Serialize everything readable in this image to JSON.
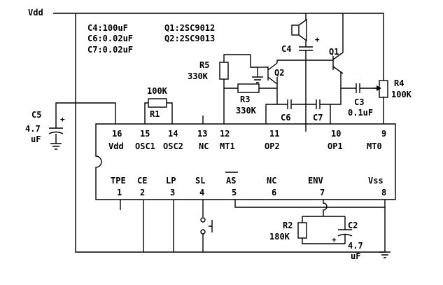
{
  "supply": {
    "vdd": "Vdd"
  },
  "values": {
    "c4": "C4:100uF",
    "c6": "C6:0.02uF",
    "c7": "C7:0.02uF",
    "q1": "Q1:2SC9012",
    "q2": "Q2:2SC9013"
  },
  "components": {
    "c5": {
      "name": "C5",
      "value1": "4.7",
      "value2": "uF",
      "plus": "+"
    },
    "r1": {
      "name": "R1",
      "value": "100K"
    },
    "r5": {
      "name": "R5",
      "value": "330K"
    },
    "r3": {
      "name": "R3",
      "value": "330K"
    },
    "c4": {
      "name": "C4",
      "plus": "+"
    },
    "q1": {
      "name": "Q1"
    },
    "q2": {
      "name": "Q2"
    },
    "r4": {
      "name": "R4",
      "value": "100K"
    },
    "c6": {
      "name": "C6"
    },
    "c7": {
      "name": "C7"
    },
    "c3": {
      "name": "C3",
      "value": "0.1uF"
    },
    "r2": {
      "name": "R2",
      "value": "180K"
    },
    "c2": {
      "name": "C2",
      "value1": "4.7",
      "value2": "uF",
      "plus": "+"
    }
  },
  "ic": {
    "top_pins": [
      {
        "num": "16",
        "label": "Vdd"
      },
      {
        "num": "15",
        "label": "OSC1"
      },
      {
        "num": "14",
        "label": "OSC2"
      },
      {
        "num": "13",
        "label": "NC"
      },
      {
        "num": "12",
        "label": "MT1"
      },
      {
        "num": "11",
        "label": "OP2"
      },
      {
        "num": "10",
        "label": "OP1"
      },
      {
        "num": "9",
        "label": "MT0"
      }
    ],
    "bottom_pins": [
      {
        "num": "1",
        "label": "TPE"
      },
      {
        "num": "2",
        "label": "CE"
      },
      {
        "num": "3",
        "label": "LP"
      },
      {
        "num": "4",
        "label": "SL"
      },
      {
        "num": "5",
        "label": "AS"
      },
      {
        "num": "6",
        "label": "NC"
      },
      {
        "num": "7",
        "label": "ENV"
      },
      {
        "num": "8",
        "label": "Vss"
      }
    ]
  }
}
